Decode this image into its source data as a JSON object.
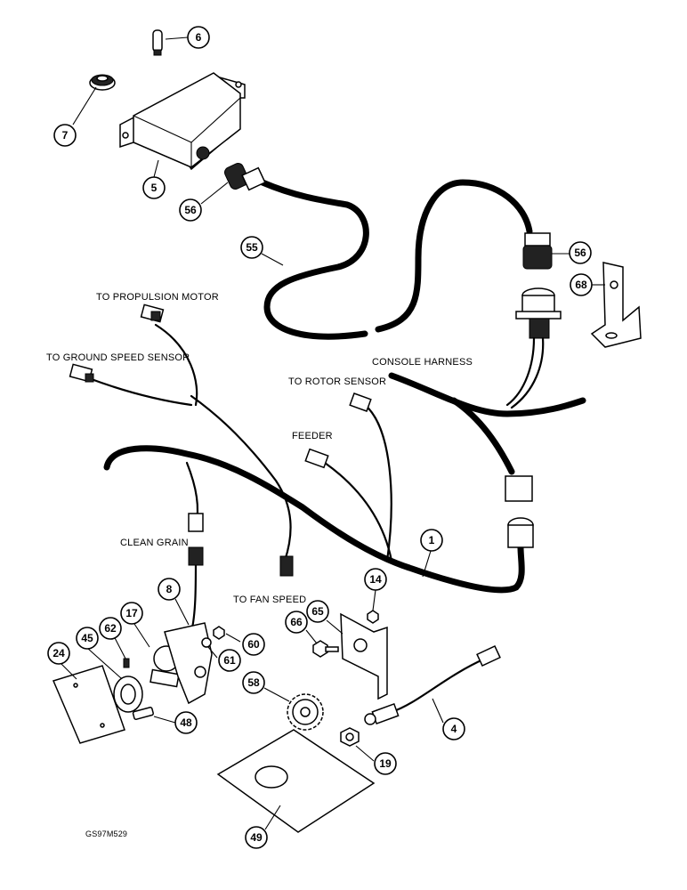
{
  "callouts": [
    {
      "id": "c6",
      "number": "6"
    },
    {
      "id": "c7",
      "number": "7"
    },
    {
      "id": "c5",
      "number": "5"
    },
    {
      "id": "c56a",
      "number": "56"
    },
    {
      "id": "c55",
      "number": "55"
    },
    {
      "id": "c56b",
      "number": "56"
    },
    {
      "id": "c68",
      "number": "68"
    },
    {
      "id": "c1",
      "number": "1"
    },
    {
      "id": "c8",
      "number": "8"
    },
    {
      "id": "c14",
      "number": "14"
    },
    {
      "id": "c65",
      "number": "65"
    },
    {
      "id": "c66",
      "number": "66"
    },
    {
      "id": "c17",
      "number": "17"
    },
    {
      "id": "c62",
      "number": "62"
    },
    {
      "id": "c45",
      "number": "45"
    },
    {
      "id": "c24",
      "number": "24"
    },
    {
      "id": "c60",
      "number": "60"
    },
    {
      "id": "c61",
      "number": "61"
    },
    {
      "id": "c58",
      "number": "58"
    },
    {
      "id": "c4",
      "number": "4"
    },
    {
      "id": "c48",
      "number": "48"
    },
    {
      "id": "c19",
      "number": "19"
    },
    {
      "id": "c49",
      "number": "49"
    }
  ],
  "labels": {
    "propulsion_motor": "TO PROPULSION MOTOR",
    "ground_speed_sensor": "TO GROUND SPEED SENSOR",
    "console_harness": "CONSOLE HARNESS",
    "rotor_sensor": "TO ROTOR SENSOR",
    "feeder": "FEEDER",
    "clean_grain": "CLEAN GRAIN",
    "fan_speed": "TO FAN SPEED",
    "figure_code": "GS97M529"
  }
}
